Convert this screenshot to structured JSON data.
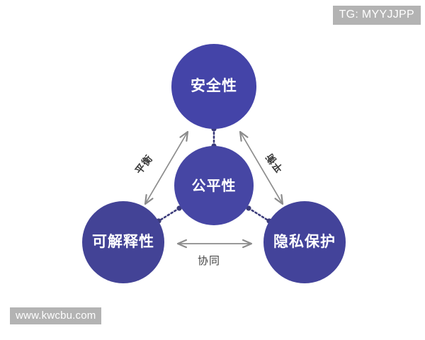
{
  "diagram": {
    "nodes": [
      {
        "id": "security",
        "label": "安全性"
      },
      {
        "id": "fairness",
        "label": "公平性"
      },
      {
        "id": "interpretability",
        "label": "可解释性"
      },
      {
        "id": "privacy",
        "label": "隐私保护"
      }
    ],
    "edge_labels": {
      "balance_left": "平衡",
      "balance_right": "平衡",
      "synergy": "协同"
    },
    "colors": {
      "node_top": "#4444a8",
      "node_center": "#4646a4",
      "node_left": "#434396",
      "node_right": "#43439a",
      "arrow": "#8c8c8c",
      "connector": "#3b3b7a",
      "background": "#ffffff"
    }
  },
  "watermarks": {
    "top_right": "TG: MYYJJPP",
    "bottom_left": "www.kwcbu.com"
  }
}
